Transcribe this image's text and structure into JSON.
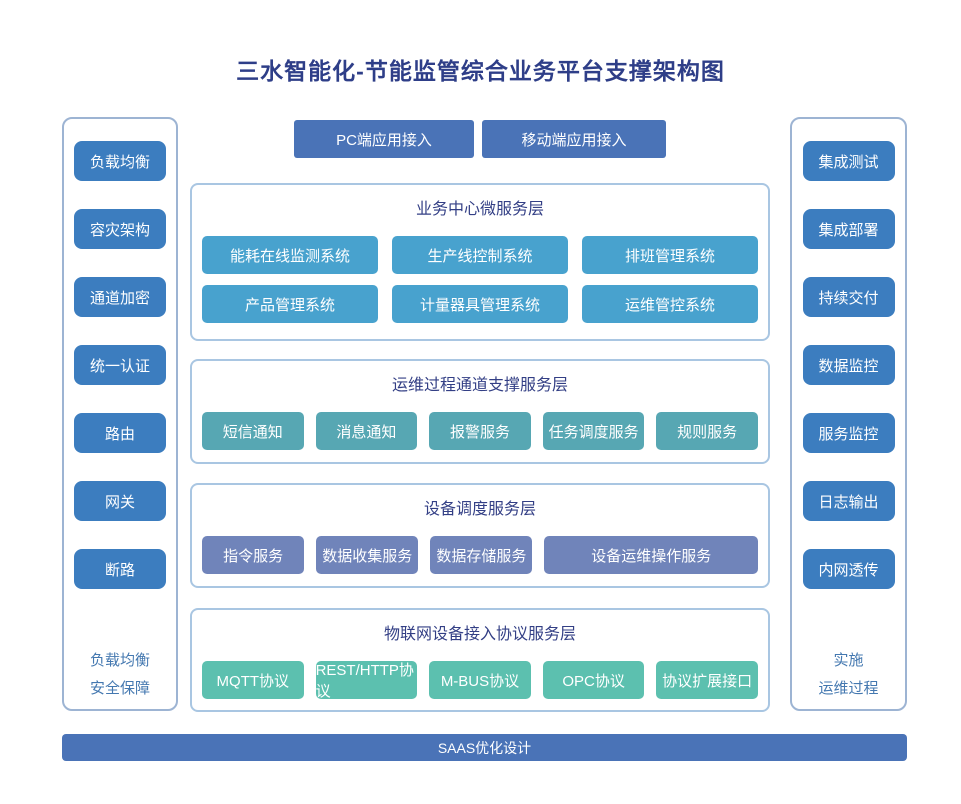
{
  "title": "三水智能化-节能监管综合业务平台支撑架构图",
  "colors": {
    "title_text": "#2e3e88",
    "layer_header_text": "#333f85",
    "side_node": "#3c7dbf",
    "access_button": "#4a73b7",
    "business_layer_node": "#48a2ce",
    "channel_layer_node": "#57a7b3",
    "dispatch_layer_node": "#7084ba",
    "protocol_layer_node": "#5cc0af",
    "side_panel_border": "#9db4d3",
    "layer_panel_border": "#a9c6e2",
    "caption_text": "#4478b0",
    "saas_bar": "#4a73b7"
  },
  "access_buttons": {
    "pc": "PC端应用接入",
    "mobile": "移动端应用接入"
  },
  "left_panel": {
    "items": [
      "负载均衡",
      "容灾架构",
      "通道加密",
      "统一认证",
      "路由",
      "网关",
      "断路"
    ],
    "caption": [
      "负载均衡",
      "安全保障"
    ]
  },
  "right_panel": {
    "items": [
      "集成测试",
      "集成部署",
      "持续交付",
      "数据监控",
      "服务监控",
      "日志输出",
      "内网透传"
    ],
    "caption": [
      "实施",
      "运维过程"
    ]
  },
  "layers": [
    {
      "title": "业务中心微服务层",
      "items": [
        "能耗在线监测系统",
        "生产线控制系统",
        "排班管理系统",
        "产品管理系统",
        "计量器具管理系统",
        "运维管控系统"
      ]
    },
    {
      "title": "运维过程通道支撑服务层",
      "items": [
        "短信通知",
        "消息通知",
        "报警服务",
        "任务调度服务",
        "规则服务"
      ]
    },
    {
      "title": "设备调度服务层",
      "items": [
        "指令服务",
        "数据收集服务",
        "数据存储服务",
        "设备运维操作服务"
      ]
    },
    {
      "title": "物联网设备接入协议服务层",
      "items": [
        "MQTT协议",
        "REST/HTTP协议",
        "M-BUS协议",
        "OPC协议",
        "协议扩展接口"
      ]
    }
  ],
  "bottom_bar": "SAAS优化设计"
}
